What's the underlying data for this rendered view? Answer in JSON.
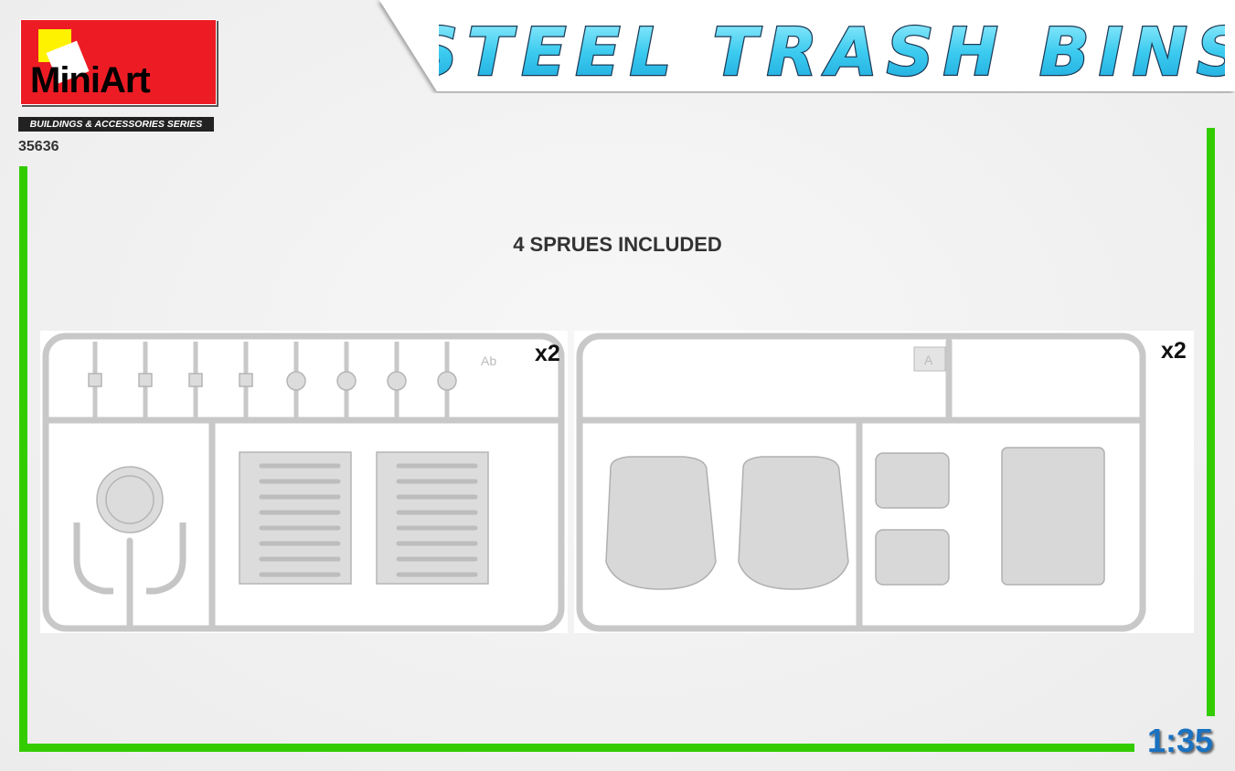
{
  "brand": {
    "logo_text": "MiniArt",
    "series": "BUILDINGS & ACCESSORIES SERIES",
    "code": "35636"
  },
  "title": "STEEL TRASH BINS",
  "subtitle": "4 SPRUES INCLUDED",
  "sprues": [
    {
      "letter": "Ab",
      "quantity": "x2"
    },
    {
      "letter": "A",
      "quantity": "x2"
    }
  ],
  "scale": "1:35",
  "colors": {
    "accent_green": "#33cc00",
    "logo_red": "#ed1c24",
    "title_cyan": "#4fd0f0",
    "scale_blue": "#1a72c0"
  }
}
